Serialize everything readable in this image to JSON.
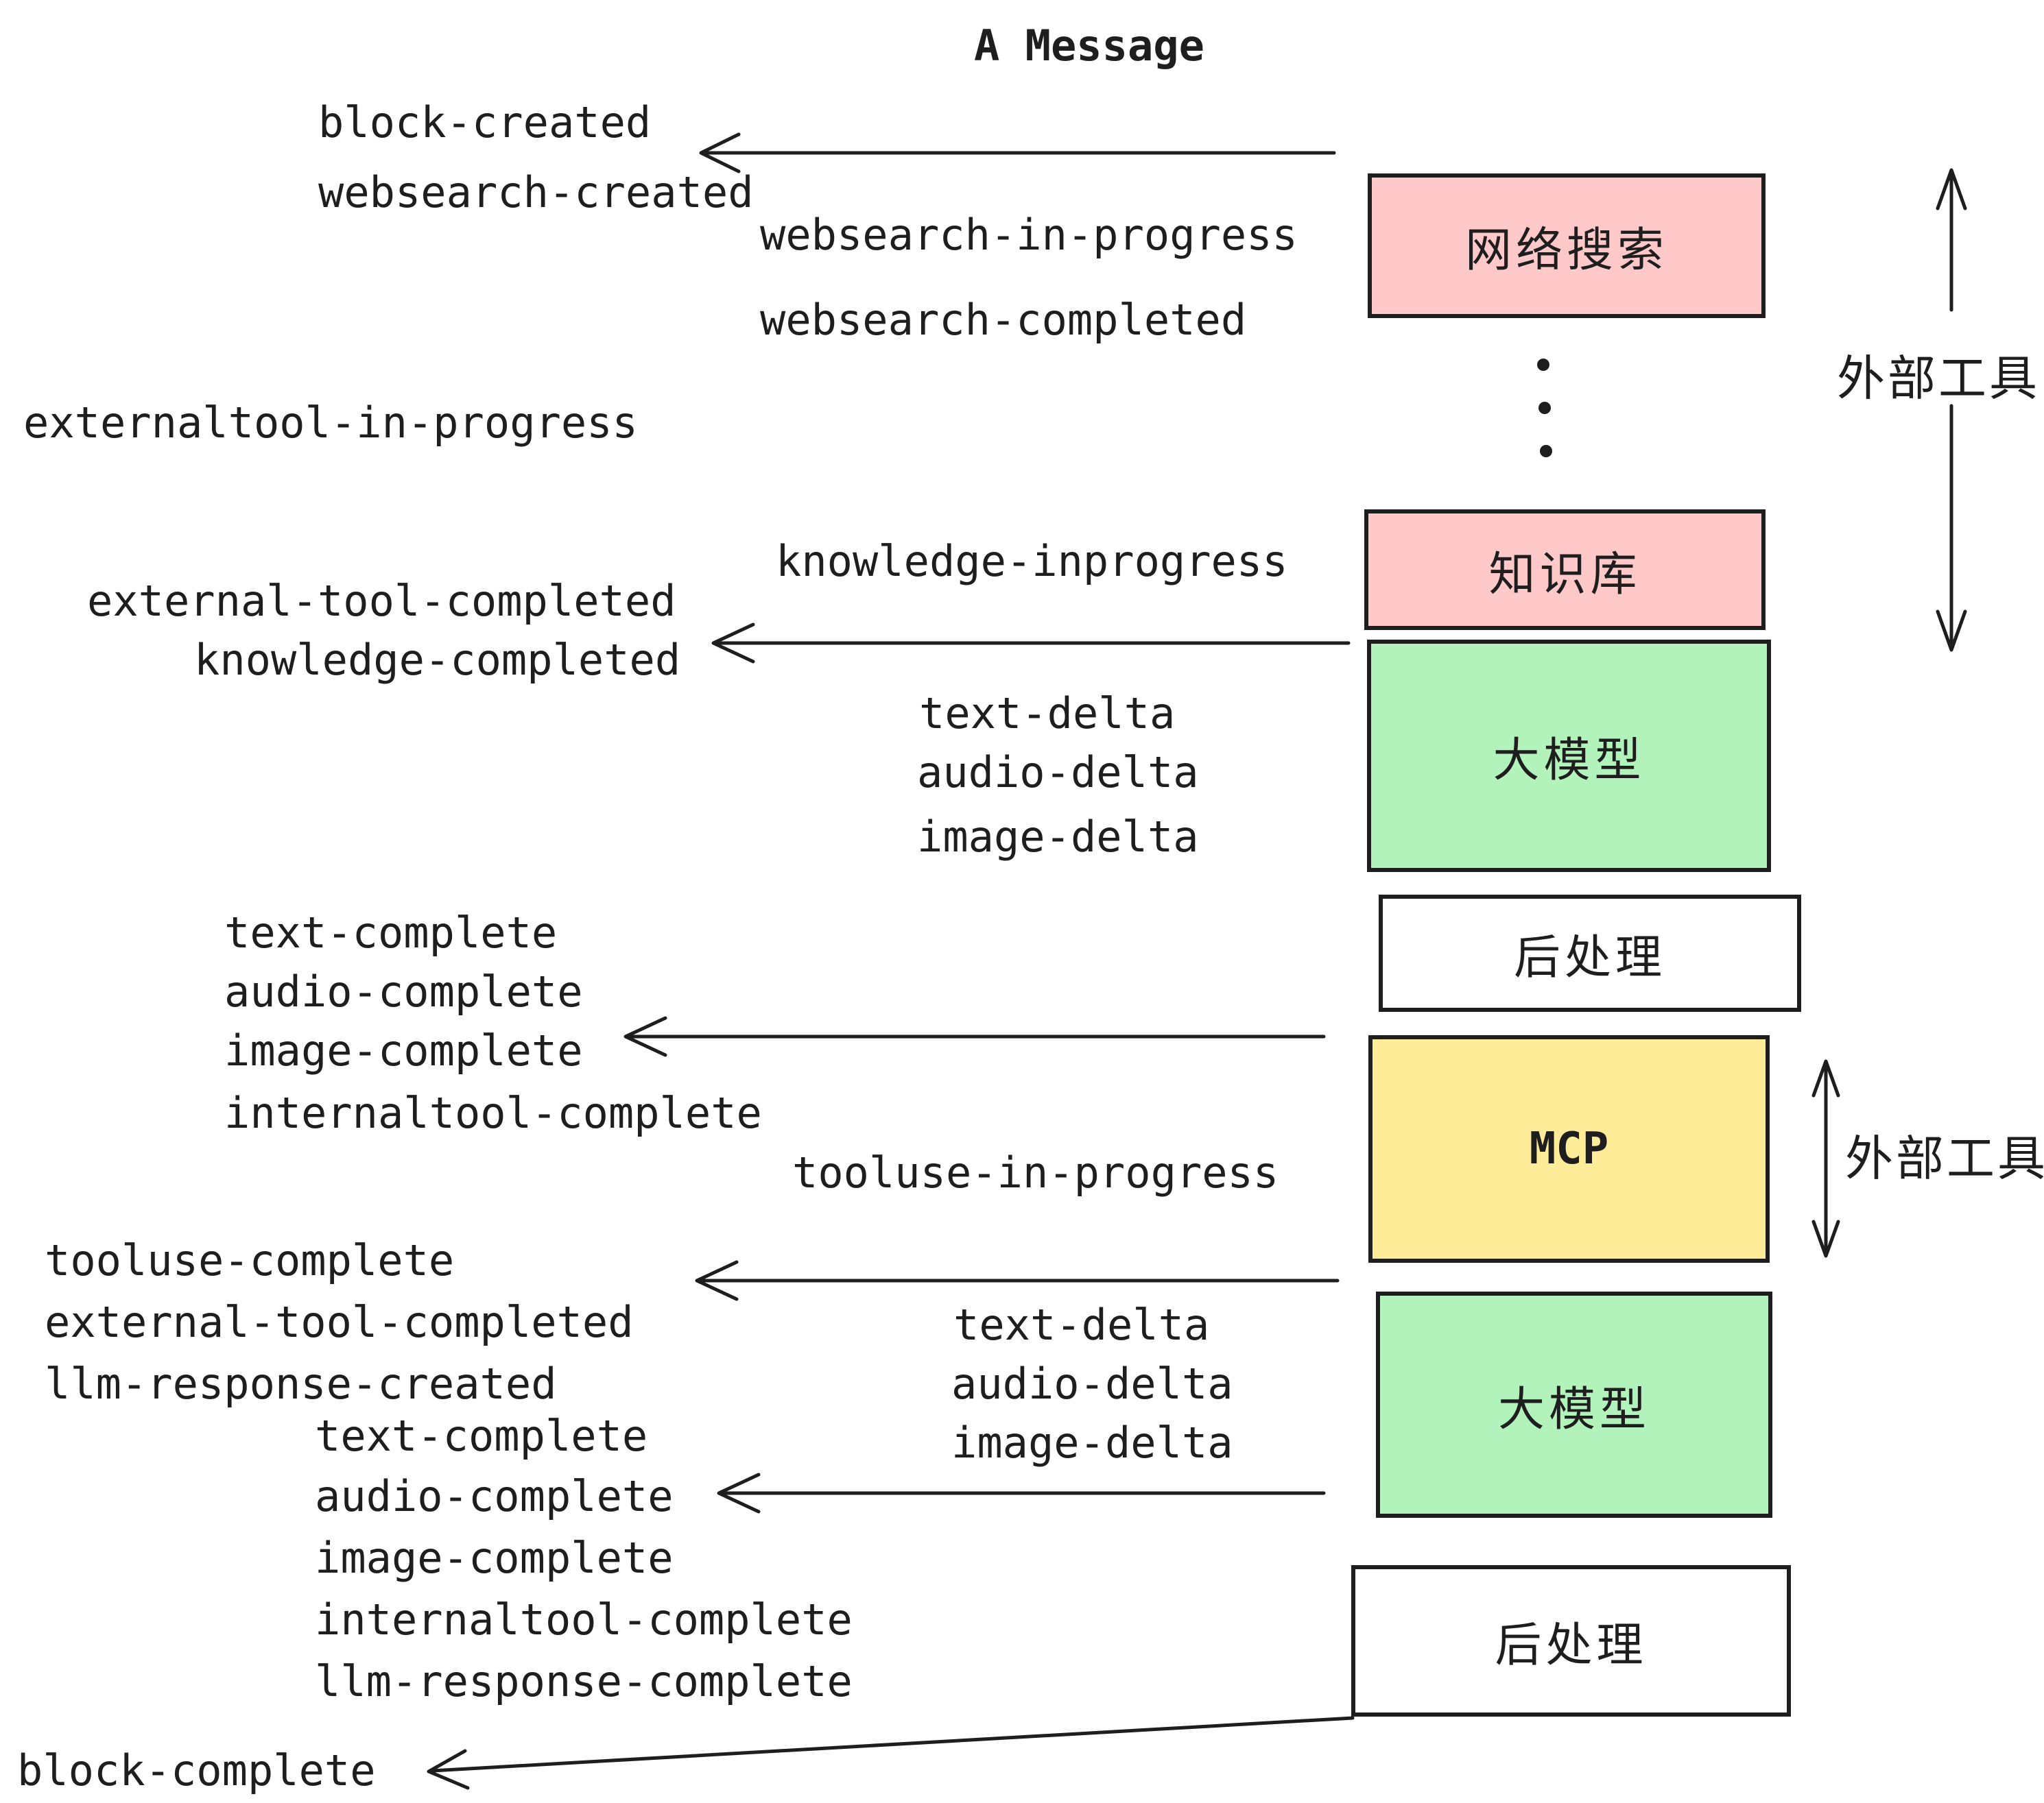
{
  "title": "A Message",
  "events": {
    "block_created": "block-created",
    "websearch_created": "websearch-created",
    "websearch_in_progress": "websearch-in-progress",
    "websearch_completed": "websearch-completed",
    "externaltool_in_progress": "externaltool-in-progress",
    "knowledge_inprogress": "knowledge-inprogress",
    "external_tool_completed": "external-tool-completed",
    "knowledge_completed": "knowledge-completed",
    "text_delta": "text-delta",
    "audio_delta": "audio-delta",
    "image_delta": "image-delta",
    "text_complete": "text-complete",
    "audio_complete": "audio-complete",
    "image_complete": "image-complete",
    "internaltool_complete": "internaltool-complete",
    "tooluse_in_progress": "tooluse-in-progress",
    "tooluse_complete": "tooluse-complete",
    "llm_response_created": "llm-response-created",
    "llm_response_complete": "llm-response-complete",
    "block_complete": "block-complete"
  },
  "boxes": {
    "websearch": {
      "label": "网络搜索",
      "fill": "#ffc9c9"
    },
    "knowledge": {
      "label": "知识库",
      "fill": "#ffc9c9"
    },
    "llm": {
      "label": "大模型",
      "fill": "#b2f2bb"
    },
    "postprocess": {
      "label": "后处理",
      "fill": "#ffffff"
    },
    "mcp": {
      "label": "MCP",
      "fill": "#ffec99"
    }
  },
  "side_labels": {
    "external_tools": "外部工具"
  },
  "colors": {
    "stroke": "#1e1e1e",
    "pink": "#ffc9c9",
    "green": "#b2f2bb",
    "yellow": "#ffec99",
    "white": "#ffffff"
  }
}
